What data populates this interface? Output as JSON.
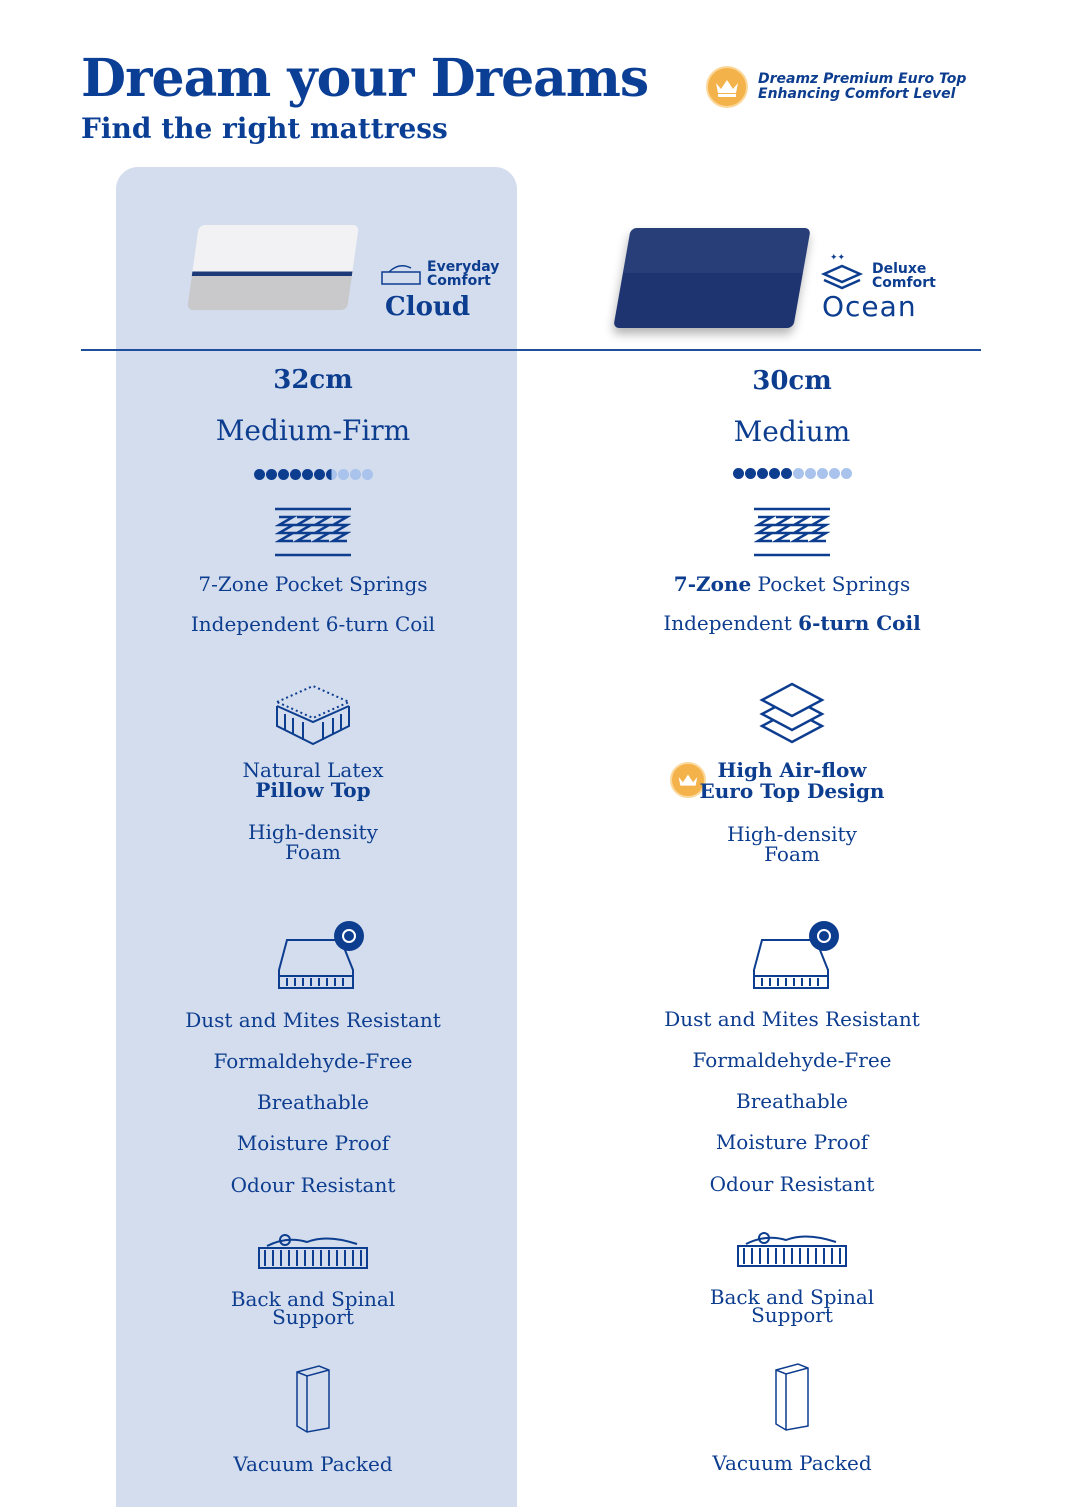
{
  "header": {
    "title": "Dream your Dreams",
    "subtitle": "Find the right mattress",
    "badge_line1": "Dreamz Premium Euro Top",
    "badge_line2": "Enhancing Comfort Level"
  },
  "colors": {
    "primary": "#0d3d8f",
    "panel": "#d3ddee",
    "crown": "#f4b24b"
  },
  "products": [
    {
      "tag1": "Everyday",
      "tag2": "Comfort",
      "name": "Cloud",
      "height": "32cm",
      "firmness": "Medium-Firm",
      "firmness_level": 6.5,
      "firmness_max": 10,
      "springs1": "7-Zone Pocket Springs",
      "springs2": "Independent 6-turn Coil",
      "top1": "Natural Latex",
      "top2": "Pillow Top",
      "foam1": "High-density",
      "foam2": "Foam",
      "features": [
        "Dust and Mites Resistant",
        "Formaldehyde-Free",
        "Breathable",
        "Moisture Proof",
        "Odour Resistant"
      ],
      "support1": "Back and Spinal",
      "support2": "Support",
      "packing": "Vacuum Packed"
    },
    {
      "tag1": "Deluxe",
      "tag2": "Comfort",
      "name": "Ocean",
      "height": "30cm",
      "firmness": "Medium",
      "firmness_level": 5,
      "firmness_max": 10,
      "springs1a": "7-Zone",
      "springs1b": " Pocket Springs",
      "springs2a": "Independent ",
      "springs2b": "6-turn Coil",
      "top1": "High Air-flow",
      "top2": "Euro Top Design",
      "foam1": "High-density",
      "foam2": "Foam",
      "features": [
        "Dust and Mites Resistant",
        "Formaldehyde-Free",
        "Breathable",
        "Moisture Proof",
        "Odour Resistant"
      ],
      "support1": "Back and Spinal",
      "support2": "Support",
      "packing": "Vacuum Packed"
    }
  ]
}
